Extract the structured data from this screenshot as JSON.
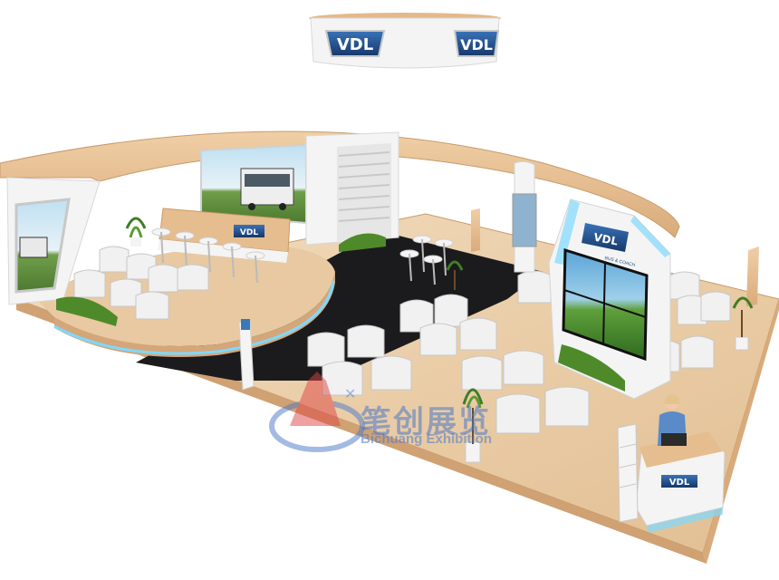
{
  "brand": {
    "logo_text": "VDL",
    "sub_text": "BUS & COACH",
    "colors": {
      "wood": "#e8c39a",
      "wood_dark": "#c99a6a",
      "floor": "#ecd3b0",
      "carpet": "#1b1b1d",
      "white": "#f4f4f4",
      "blue": "#1f4f8e",
      "glow": "#7fd8ff"
    }
  },
  "watermark": {
    "chinese": "笔创展览",
    "english": "Bichuang Exhibition",
    "color": "#4a78c8"
  }
}
